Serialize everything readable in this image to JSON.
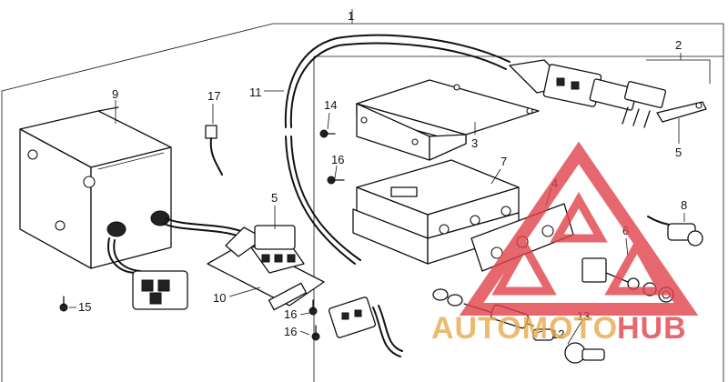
{
  "callouts": {
    "p1": "1",
    "p2": "2",
    "p3": "3",
    "p4": "4",
    "p5a": "5",
    "p5b": "5",
    "p6": "6",
    "p7": "7",
    "p8": "8",
    "p9": "9",
    "p10": "10",
    "p11": "11",
    "p12": "12",
    "p13": "13",
    "p14": "14",
    "p15": "15",
    "p16a": "16",
    "p16b": "16",
    "p16c": "16",
    "p17": "17"
  },
  "watermark": {
    "text_part1": "AUTOMOTO",
    "text_part2": "HUB",
    "color_primary": "#e8a94a",
    "color_secondary": "#e0434a",
    "logo_color": "#e0434a"
  },
  "colors": {
    "line": "#111111",
    "background": "#ffffff"
  }
}
